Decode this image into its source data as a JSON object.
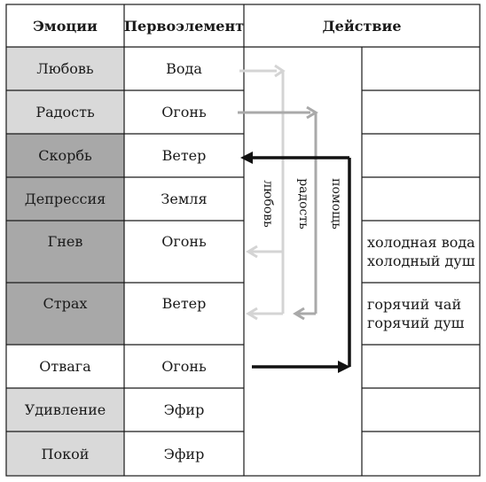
{
  "header": {
    "emotions": "Эмоции",
    "element": "Первоэлемент",
    "action": "Действие"
  },
  "rows": [
    {
      "emotion": "Любовь",
      "element": "Вода"
    },
    {
      "emotion": "Радость",
      "element": "Огонь"
    },
    {
      "emotion": "Скорбь",
      "element": "Ветер"
    },
    {
      "emotion": "Депрессия",
      "element": "Земля"
    },
    {
      "emotion": "Гнев",
      "element": "Огонь"
    },
    {
      "emotion": "Страх",
      "element": "Ветер"
    },
    {
      "emotion": "Отвага",
      "element": "Огонь"
    },
    {
      "emotion": "Удивление",
      "element": "Эфир"
    },
    {
      "emotion": "Покой",
      "element": "Эфир"
    }
  ],
  "notes": {
    "anger": [
      "холодная вода",
      "холодный душ"
    ],
    "fear": [
      "горячий чай",
      "горячий душ"
    ]
  },
  "arrows": {
    "love": "любовь",
    "joy": "радость",
    "help": "помощь"
  },
  "colors": {
    "light_fill": "#d9d9d9",
    "dark_fill": "#a8a8a8",
    "love_arrow": "#d4d4d4",
    "joy_arrow": "#a9a9a9",
    "help_arrow": "#111111"
  }
}
